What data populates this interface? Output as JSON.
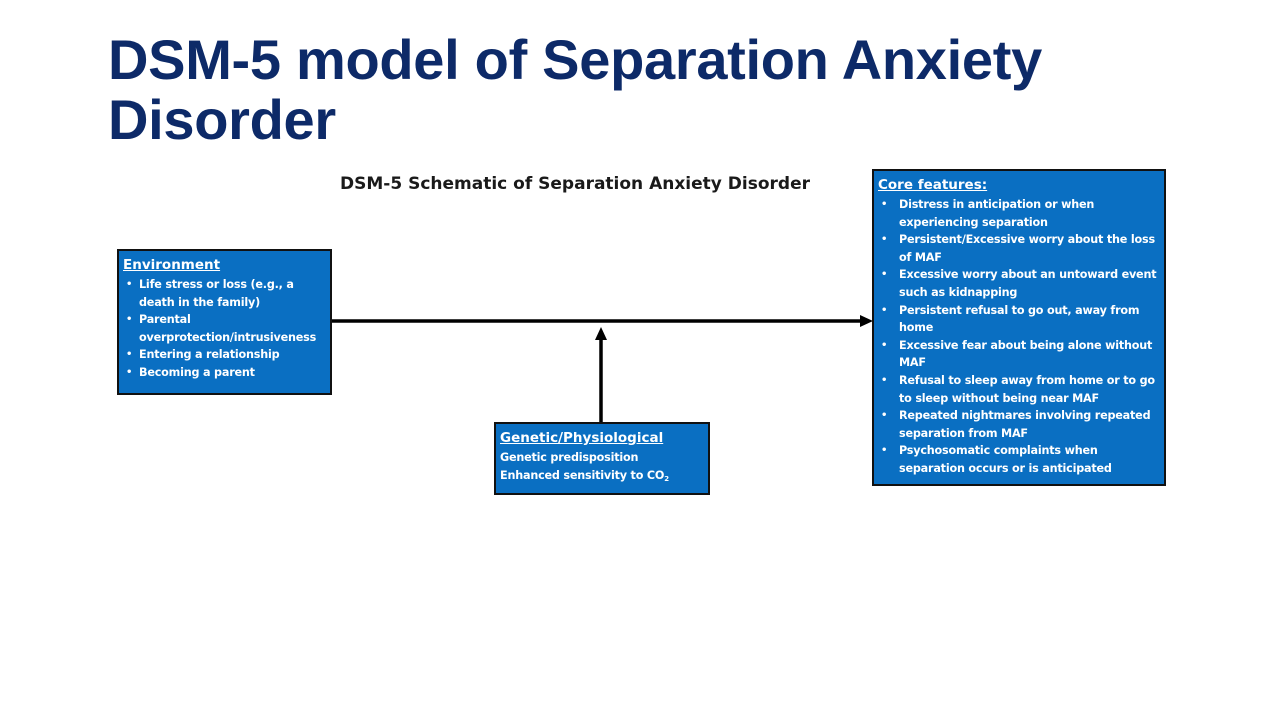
{
  "title": "DSM-5 model of Separation Anxiety Disorder",
  "schematic_title": "DSM-5 Schematic of Separation Anxiety Disorder",
  "environment": {
    "heading": "Environment",
    "items": [
      "Life stress or loss (e.g., a death in the family)",
      "Parental overprotection/intrusiveness",
      "Entering a relationship",
      "Becoming a parent"
    ]
  },
  "core_features": {
    "heading": "Core features:",
    "items": [
      "Distress in anticipation or when experiencing separation",
      "Persistent/Excessive worry about the loss of MAF",
      "Excessive worry about an untoward event such as kidnapping",
      "Persistent refusal to go out, away from home",
      "Excessive fear about being alone without MAF",
      "Refusal to sleep away from home or to go to sleep without being near MAF",
      "Repeated nightmares involving repeated separation from MAF",
      "Psychosomatic complaints when separation occurs or is anticipated"
    ]
  },
  "genetic": {
    "heading": "Genetic/Physiological",
    "line1": "Genetic predisposition",
    "line2": "Enhanced sensitivity to CO",
    "line2_sub": "2"
  },
  "colors": {
    "title": "#0d2a68",
    "box_fill": "#0a6fc2",
    "box_border": "#111111",
    "arrow": "#000000"
  }
}
